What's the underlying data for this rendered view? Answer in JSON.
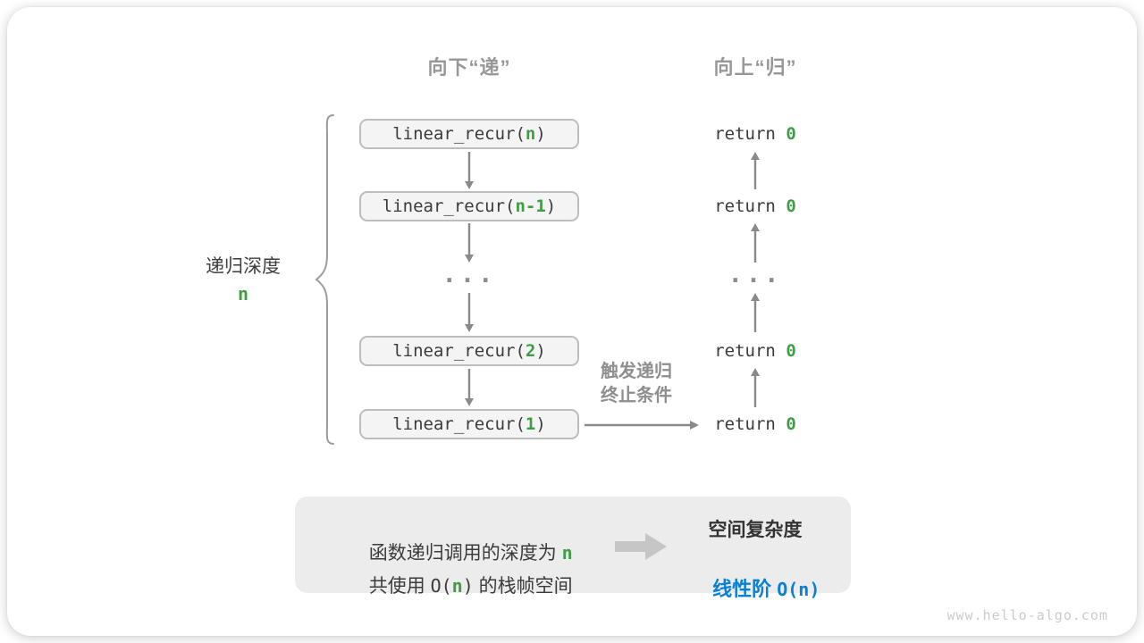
{
  "colors": {
    "green": "#3f9e45",
    "blue": "#0a80d5",
    "graytext": "#979797",
    "arrow": "#8a8a8a",
    "dark": "#3b3b3b",
    "boxbg": "#f4f4f4",
    "boxborder": "#bdbdbd",
    "summarybg": "#ececec",
    "brace": "#9c9c9c",
    "watermark": "#cbcbcb",
    "blockarrow": "#c6c6c6",
    "trigger": "#8e8e8e"
  },
  "headers": {
    "down": "向下“递”",
    "up": "向上“归”"
  },
  "stack": {
    "boxes": [
      {
        "prefix": "linear_recur(",
        "arg": "n",
        "suffix": ")"
      },
      {
        "prefix": "linear_recur(",
        "arg": "n-1",
        "suffix": ")"
      },
      {
        "prefix": "linear_recur(",
        "arg": "2",
        "suffix": ")"
      },
      {
        "prefix": "linear_recur(",
        "arg": "1",
        "suffix": ")"
      }
    ],
    "ellipsis": "..."
  },
  "returns": {
    "rows": [
      {
        "prefix": "return ",
        "value": "0"
      },
      {
        "prefix": "return ",
        "value": "0"
      },
      {
        "prefix": "return ",
        "value": "0"
      },
      {
        "prefix": "return ",
        "value": "0"
      }
    ],
    "ellipsis": "..."
  },
  "depth": {
    "label": "递归深度",
    "value": "n"
  },
  "trigger": {
    "line1": "触发递归",
    "line2": "终止条件"
  },
  "summary": {
    "left_line1_prefix": "函数递归调用的深度为 ",
    "left_line1_value": "n",
    "left_line2_a": "共使用 ",
    "left_line2_b": "O(",
    "left_line2_c": "n",
    "left_line2_d": ")",
    "left_line2_e": " 的栈帧空间",
    "right_line1": "空间复杂度",
    "right_line2_prefix": "线性阶 ",
    "right_line2_value": "O(n)"
  },
  "watermark": "www.hello-algo.com"
}
